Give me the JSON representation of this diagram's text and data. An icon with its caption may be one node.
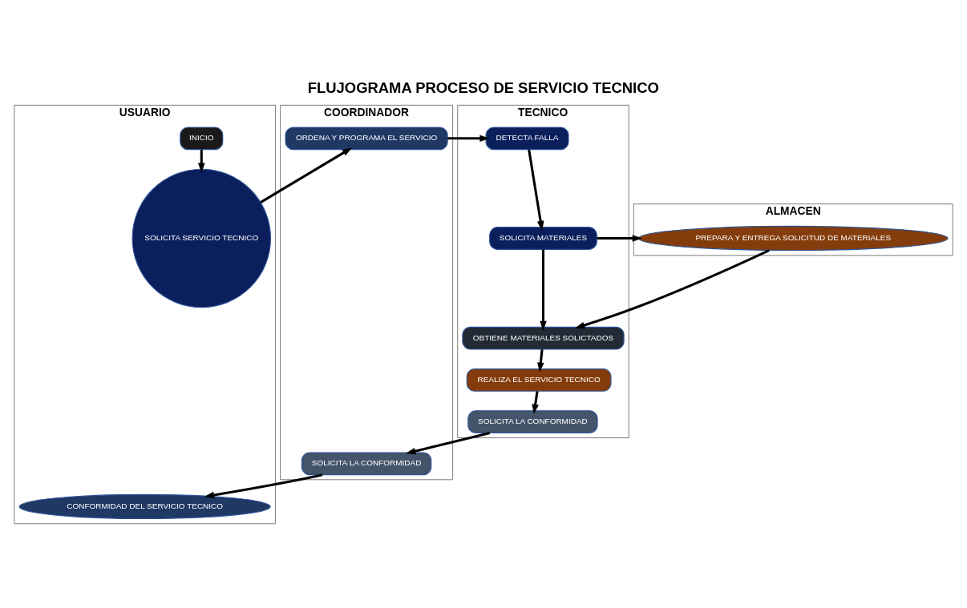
{
  "diagram": {
    "title": "FLUJOGRAMA PROCESO DE SERVICIO TECNICO",
    "nodes": [
      {
        "text": [
          "USUARIO"
        ]
      },
      {
        "text": [
          "COORDINADOR"
        ]
      },
      {
        "text": [
          "TECNICO"
        ]
      },
      {
        "text": [
          "ALMACEN"
        ]
      },
      {
        "text": [
          "INICIO"
        ],
        "in": 0
      },
      {
        "text": [
          "SOLICITA SERVICIO TECNICO"
        ],
        "in": 0
      },
      {
        "text": [
          "CONFORMIDAD DEL SERVICIO TECNICO"
        ],
        "in": 0
      },
      {
        "text": [
          "ORDENA Y PROGRAMA EL SERVICIO"
        ],
        "in": 1
      },
      {
        "text": [
          "SOLICITA LA CONFORMIDAD"
        ],
        "in": 1
      },
      {
        "text": [
          "DETECTA FALLA"
        ],
        "in": 2
      },
      {
        "text": [
          "SOLICITA MATERIALES"
        ],
        "in": 2
      },
      {
        "text": [
          "OBTIENE MATERIALES SOLICTADOS"
        ],
        "in": 2
      },
      {
        "text": [
          "REALIZA EL SERVICIO TECNICO"
        ],
        "in": 2
      },
      {
        "text": [
          "SOLICITA LA CONFORMIDAD"
        ],
        "in": 2
      },
      {
        "text": [
          "PREPARA Y ENTREGA SOLICITUD DE MATERIALES"
        ],
        "in": 3
      }
    ],
    "edges": [
      {
        "from": 4,
        "to": 5,
        "arrow": "to"
      },
      {
        "from": 5,
        "to": 7,
        "arrow": "to"
      },
      {
        "from": 7,
        "to": 9,
        "arrow": "to"
      },
      {
        "from": 9,
        "to": 10,
        "arrow": "to"
      },
      {
        "from": 10,
        "to": 14,
        "arrow": "to"
      },
      {
        "from": 10,
        "to": 11,
        "arrow": "to"
      },
      {
        "from": 14,
        "to": 11,
        "arrow": "to"
      },
      {
        "from": 11,
        "to": 12,
        "arrow": "to"
      },
      {
        "from": 12,
        "to": 13,
        "arrow": "to"
      },
      {
        "from": 13,
        "to": 8,
        "arrow": "to"
      },
      {
        "from": 8,
        "to": 6,
        "arrow": "to"
      }
    ]
  }
}
